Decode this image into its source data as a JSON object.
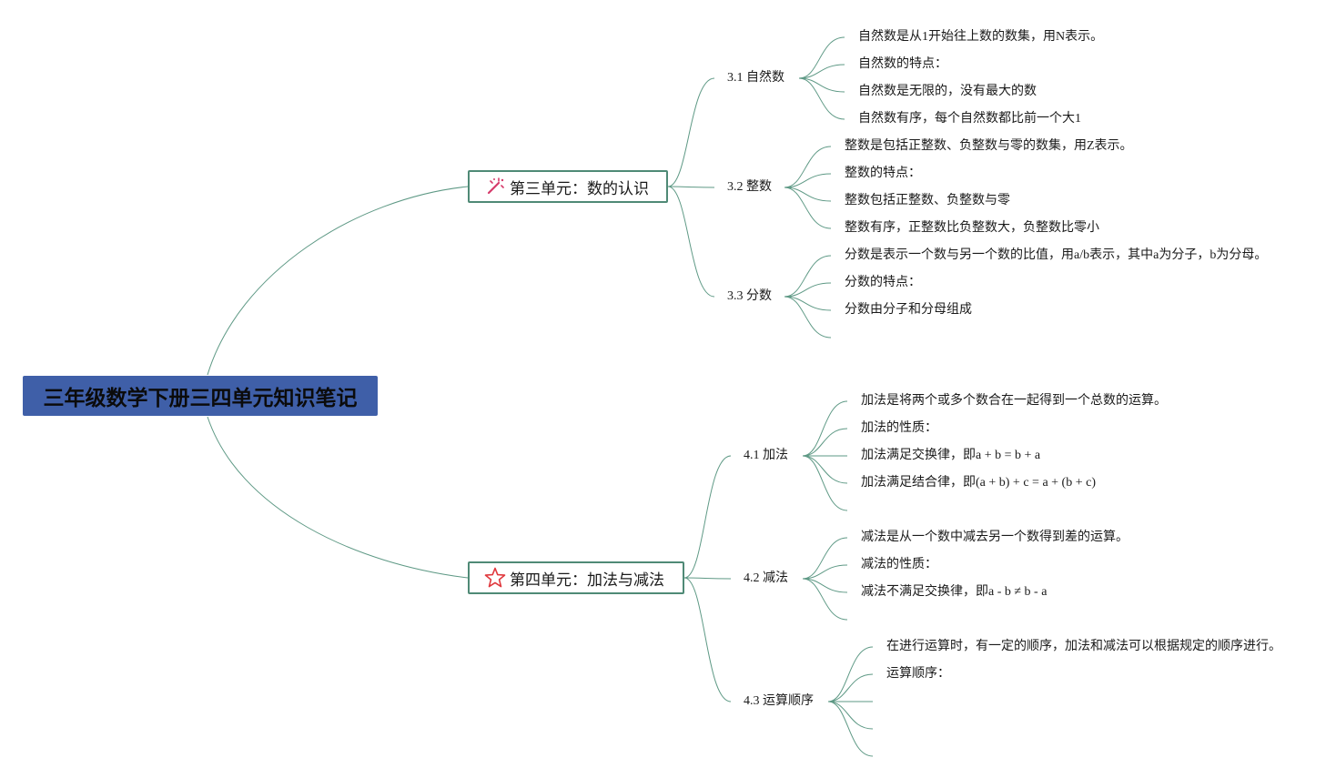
{
  "root": {
    "title": "三年级数学下册三四单元知识笔记"
  },
  "unit3": {
    "title": "第三单元：数的认识",
    "icon": "magic-wand-icon",
    "topics": [
      {
        "label": "3.1 自然数",
        "items": [
          "自然数是从1开始往上数的数集，用N表示。",
          "自然数的特点：",
          "自然数是无限的，没有最大的数",
          "自然数有序，每个自然数都比前一个大1"
        ]
      },
      {
        "label": "3.2 整数",
        "items": [
          "整数是包括正整数、负整数与零的数集，用Z表示。",
          "整数的特点：",
          "整数包括正整数、负整数与零",
          "整数有序，正整数比负整数大，负整数比零小"
        ]
      },
      {
        "label": "3.3 分数",
        "items": [
          "分数是表示一个数与另一个数的比值，用a/b表示，其中a为分子，b为分母。",
          "分数的特点：",
          "分数由分子和分母组成",
          ""
        ]
      }
    ]
  },
  "unit4": {
    "title": "第四单元：加法与减法",
    "icon": "star-icon",
    "topics": [
      {
        "label": "4.1 加法",
        "items": [
          "加法是将两个或多个数合在一起得到一个总数的运算。",
          "加法的性质：",
          "加法满足交换律，即a + b = b + a",
          "加法满足结合律，即(a + b) + c = a + (b + c)",
          ""
        ]
      },
      {
        "label": "4.2 减法",
        "items": [
          "减法是从一个数中减去另一个数得到差的运算。",
          "减法的性质：",
          "减法不满足交换律，即a - b ≠ b - a",
          ""
        ]
      },
      {
        "label": "4.3 运算顺序",
        "items": [
          "在进行运算时，有一定的顺序，加法和减法可以根据规定的顺序进行。",
          "运算顺序：",
          "",
          "",
          ""
        ]
      }
    ]
  },
  "colors": {
    "line": "#5e9985",
    "root_fill": "#3f5fa8",
    "unit_border": "#4f8a76",
    "star": "#e0393e",
    "wand": "#d63a6a"
  }
}
